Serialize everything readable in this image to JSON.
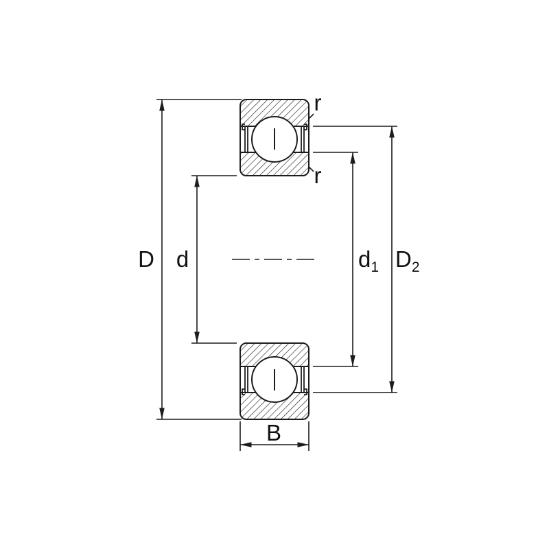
{
  "diagram": {
    "type": "ball-bearing-cross-section-dimension-drawing",
    "colors": {
      "line": "#1c1c1c",
      "text": "#111111",
      "background": "#ffffff"
    },
    "dimensions": {
      "outer_diameter": {
        "label": "D"
      },
      "bore_diameter": {
        "label": "d"
      },
      "shoulder_diameter": {
        "base": "d",
        "sub": "1"
      },
      "recess_diameter": {
        "base": "D",
        "sub": "2"
      },
      "width": {
        "label": "B"
      },
      "chamfer_outer": {
        "label": "r"
      },
      "chamfer_inner": {
        "label": "r"
      }
    }
  }
}
